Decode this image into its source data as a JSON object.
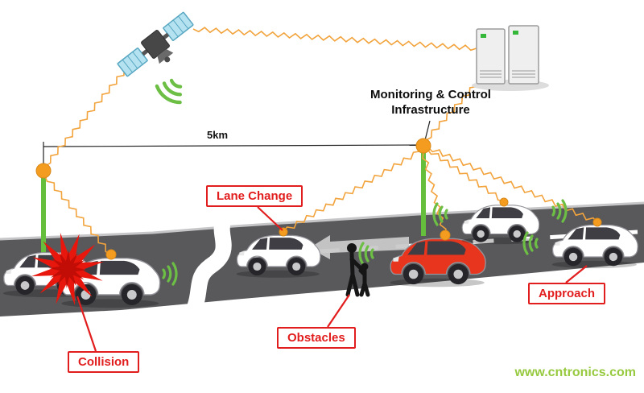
{
  "diagram": {
    "infrastructure": {
      "line1": "Monitoring & Control",
      "line2": "Infrastructure"
    },
    "distance_label": "5km",
    "annotations": {
      "lane_change": "Lane Change",
      "collision": "Collision",
      "obstacles": "Obstacles",
      "approach": "Approach"
    },
    "watermark": "www.cntronics.com",
    "colors": {
      "signal_orange": "#f2a33c",
      "node_orange": "#f39c1f",
      "pole_green": "#66bf3c",
      "arc_green": "#6cbf44",
      "annotation_red": "#e21d1d",
      "road_gray": "#59595c",
      "red_car": "#e8351d",
      "watermark_green": "#96c93e"
    },
    "icons": {
      "satellite": "satellite-icon",
      "server_rack": "server-rack-icon",
      "roadside_unit": "rsu-node-icon",
      "wifi_signal": "wifi-arc-icon",
      "pedestrians": "pedestrian-icon",
      "collision_burst": "collision-burst-icon",
      "lane_change_arrow": "lane-change-arrow-icon"
    }
  }
}
